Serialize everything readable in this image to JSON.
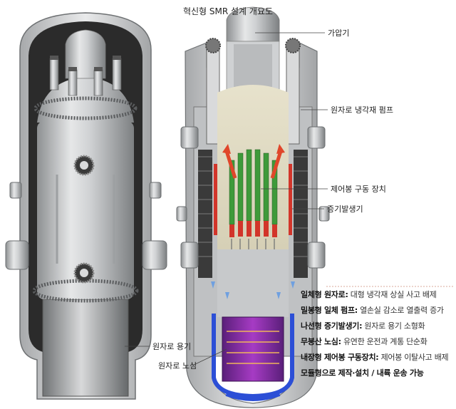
{
  "title": "혁신형 SMR 설계 개요도",
  "labels": {
    "pressurizer": "가압기",
    "coolant_pump": "원자로 냉각재 펌프",
    "control_rod_drive": "제어봉 구동 장치",
    "steam_generator": "증기발생기",
    "reactor_vessel": "원자로 용기",
    "reactor_core": "원자로 노심"
  },
  "features": [
    {
      "term": "일체형 원자로:",
      "desc": "대형 냉각재 상실 사고 배제"
    },
    {
      "term": "밀봉형 일체 펌프:",
      "desc": "열손실 감소로 열출력 증가"
    },
    {
      "term": "나선형 증기발생기:",
      "desc": "원자로 용기 소형화"
    },
    {
      "term": "무붕산 노심:",
      "desc": "유연한 운전과 계통 단순화"
    },
    {
      "term": "내장형 제어봉 구동장치:",
      "desc": "제어봉 이탈사고 배제"
    },
    {
      "term": "모듈형으로 제작·설치 / 내륙 운송 가능",
      "desc": ""
    }
  ],
  "colors": {
    "steel": "#c9cbcd",
    "dark_interior": "#2b2b2b",
    "green_rods": "#3e9a3a",
    "red_rods": "#d2352a",
    "purple_core": "#8c2fa8",
    "blue_flow": "#2c4fd6",
    "heat_arrows": "#e0462a"
  }
}
